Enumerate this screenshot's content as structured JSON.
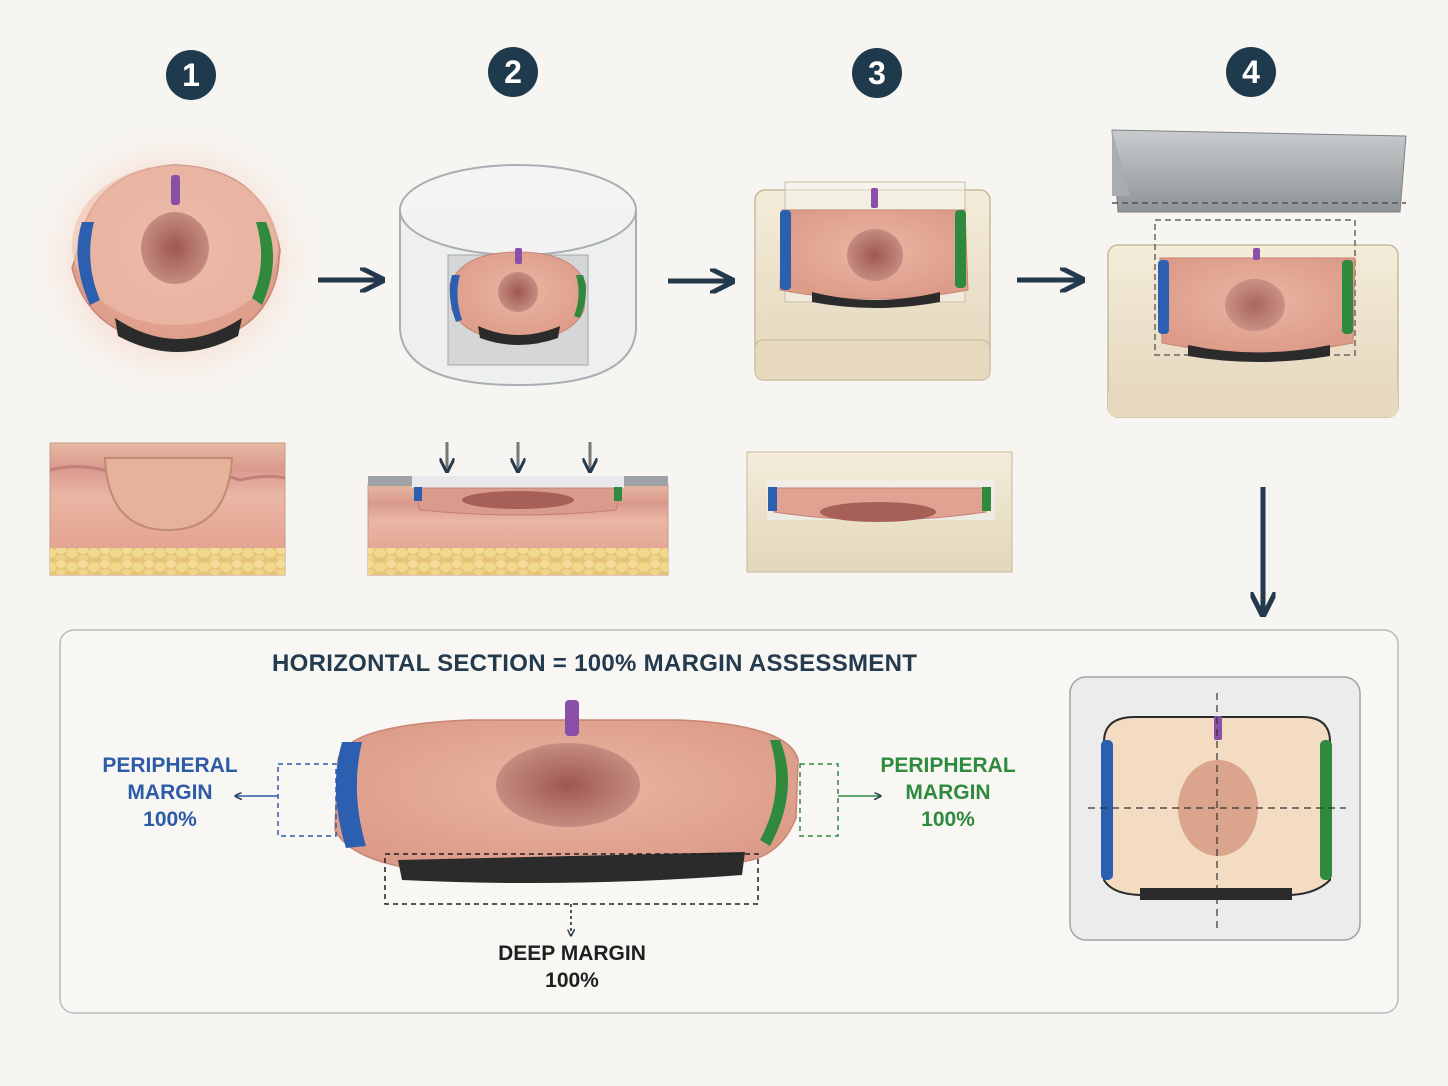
{
  "steps": [
    {
      "number": "1"
    },
    {
      "number": "2"
    },
    {
      "number": "3"
    },
    {
      "number": "4"
    }
  ],
  "panel": {
    "title": "HORIZONTAL SECTION = 100% MARGIN ASSESSMENT",
    "left_margin": {
      "line1": "PERIPHERAL",
      "line2": "MARGIN",
      "line3": "100%"
    },
    "right_margin": {
      "line1": "PERIPHERAL",
      "line2": "MARGIN",
      "line3": "100%"
    },
    "deep_margin": {
      "line1": "DEEP MARGIN",
      "line2": "100%"
    }
  },
  "colors": {
    "badge": "#1f3a4d",
    "arrow": "#24394b",
    "ink_blue": "#2d5fb0",
    "ink_green": "#2f8a3e",
    "ink_black": "#2b2b2b",
    "ink_purple": "#8a4fa8",
    "tissue": "#e9b3a0",
    "tumor": "#b5706a",
    "fat": "#ecd48a",
    "block": "#efe5cf",
    "label_blue": "#2c5ba8",
    "label_green": "#2f8a3e",
    "label_dark": "#1f1f1f",
    "title": "#243a4d"
  },
  "icons": [
    "right-arrow-icon",
    "down-arrow-icon",
    "pressure-arrow-icon",
    "blade-icon"
  ]
}
